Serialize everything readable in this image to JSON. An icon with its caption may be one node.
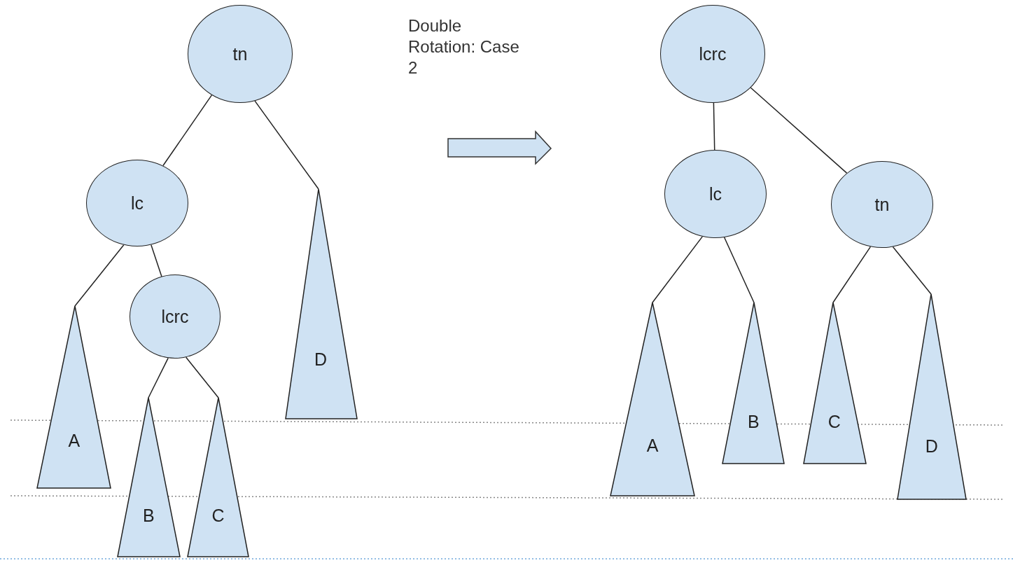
{
  "diagram": {
    "title": "Double Rotation: Case 2",
    "nodes": [
      {
        "text": [
          "tn"
        ]
      },
      {
        "text": [
          "lc"
        ]
      },
      {
        "text": [
          "lcrc"
        ]
      },
      {
        "text": [
          "D"
        ]
      },
      {
        "text": [
          "A"
        ]
      },
      {
        "text": [
          "B"
        ]
      },
      {
        "text": [
          "C"
        ]
      },
      {
        "text": [
          "lcrc"
        ]
      },
      {
        "text": [
          "lc"
        ]
      },
      {
        "text": [
          "tn"
        ]
      },
      {
        "text": [
          "A"
        ]
      },
      {
        "text": [
          "B"
        ]
      },
      {
        "text": [
          "C"
        ]
      },
      {
        "text": [
          "D"
        ]
      }
    ],
    "edges": [
      {
        "from": 0,
        "to": 1,
        "arrow": "none"
      },
      {
        "from": 0,
        "to": 3,
        "arrow": "none"
      },
      {
        "from": 1,
        "to": 4,
        "arrow": "none"
      },
      {
        "from": 1,
        "to": 2,
        "arrow": "none"
      },
      {
        "from": 2,
        "to": 5,
        "arrow": "none"
      },
      {
        "from": 2,
        "to": 6,
        "arrow": "none"
      },
      {
        "from": 7,
        "to": 8,
        "arrow": "none"
      },
      {
        "from": 7,
        "to": 9,
        "arrow": "none"
      },
      {
        "from": 8,
        "to": 10,
        "arrow": "none"
      },
      {
        "from": 8,
        "to": 11,
        "arrow": "none"
      },
      {
        "from": 9,
        "to": 12,
        "arrow": "none"
      },
      {
        "from": 9,
        "to": 13,
        "arrow": "none"
      }
    ]
  }
}
